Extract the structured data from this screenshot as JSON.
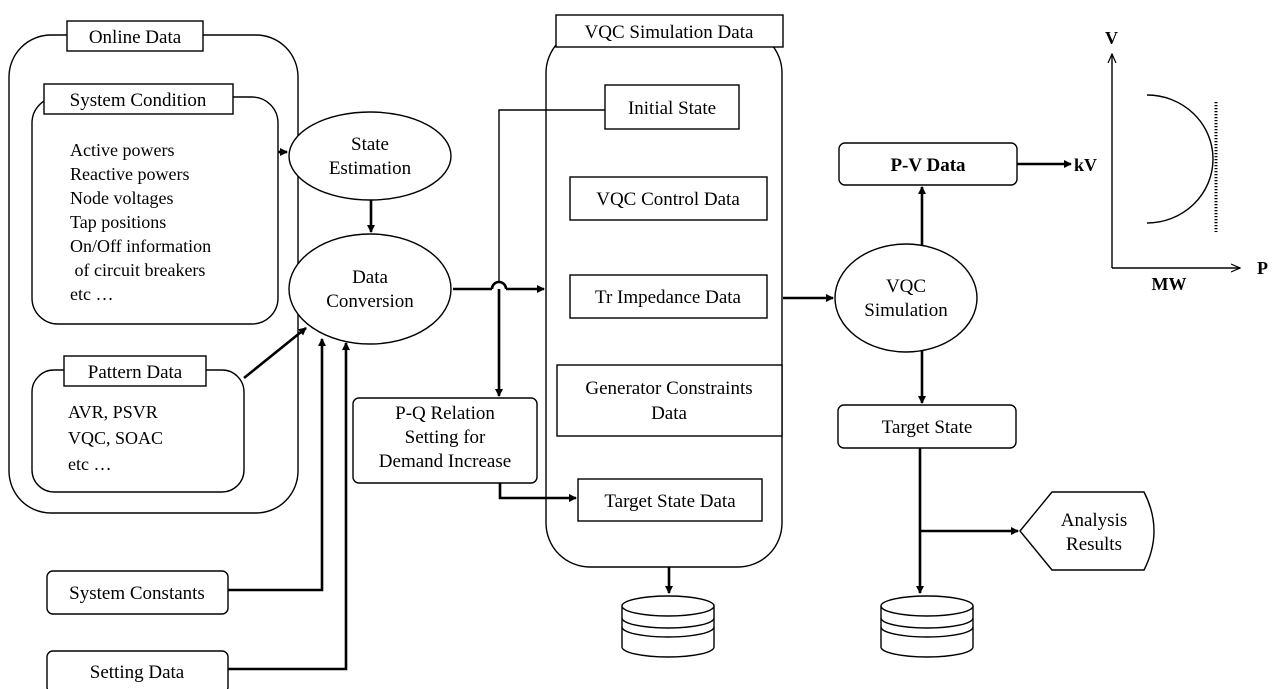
{
  "online_data": {
    "title": "Online Data",
    "system_condition": {
      "title": "System Condition",
      "items": [
        "Active powers",
        "Reactive powers",
        "Node voltages",
        "Tap positions",
        "On/Off information",
        " of circuit breakers",
        "etc …"
      ]
    },
    "pattern_data": {
      "title": "Pattern Data",
      "items": [
        "AVR, PSVR",
        "VQC, SOAC",
        "etc …"
      ]
    }
  },
  "system_constants": "System Constants",
  "setting_data": "Setting Data",
  "state_estimation": [
    "State",
    "Estimation"
  ],
  "data_conversion": [
    "Data",
    "Conversion"
  ],
  "pq_relation": [
    "P-Q Relation",
    "Setting for",
    "Demand Increase"
  ],
  "vqc_sim_data": {
    "title": "VQC Simulation Data",
    "initial_state": "Initial State",
    "control_data": "VQC Control Data",
    "tr_impedance": "Tr Impedance Data",
    "generator_constraints": [
      "Generator Constraints",
      "Data"
    ],
    "target_state_data": "Target State Data"
  },
  "vqc_simulation": [
    "VQC",
    "Simulation"
  ],
  "pv_data": "P-V Data",
  "target_state": "Target State",
  "analysis_results": [
    "Analysis",
    "Results"
  ],
  "pv_curve": {
    "y_axis": "V",
    "x_axis": "P",
    "kv_label": "kV",
    "mw_label": "MW"
  }
}
